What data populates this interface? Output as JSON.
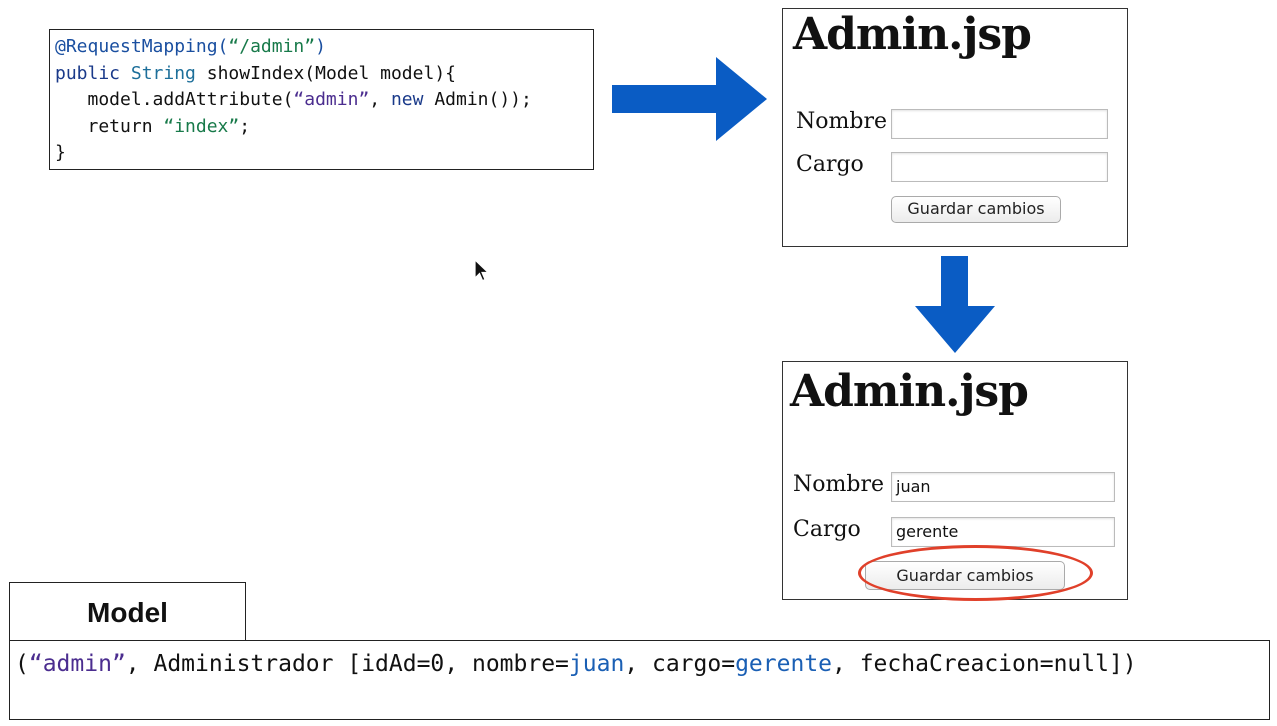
{
  "code": {
    "line1": {
      "annotation": "@RequestMapping(",
      "path": "“/admin”",
      "close": ")"
    },
    "line2": {
      "kw_public": "public",
      "type_string": "String",
      "rest": " showIndex(Model model){"
    },
    "line3": {
      "indent": "   model.addAttribute(",
      "key": "“admin”",
      "comma": ", ",
      "kw_new": "new",
      "rest": " Admin());"
    },
    "line4": {
      "indent": "   return ",
      "value": "“index”",
      "semi": ";"
    },
    "line5": "}"
  },
  "panel_empty": {
    "title": "Admin.jsp",
    "nombre_label": "Nombre",
    "nombre_value": "",
    "cargo_label": "Cargo",
    "cargo_value": "",
    "button_label": "Guardar cambios"
  },
  "panel_filled": {
    "title": "Admin.jsp",
    "nombre_label": "Nombre",
    "nombre_value": "juan",
    "cargo_label": "Cargo",
    "cargo_value": "gerente",
    "button_label": "Guardar cambios"
  },
  "model": {
    "tab_label": "Model",
    "open": "(",
    "key": "“admin”",
    "mid1": ", Administrador [idAd=0, nombre=",
    "nombre": "juan",
    "mid2": ", cargo=",
    "cargo": "gerente",
    "end": ", fechaCreacion=null])"
  },
  "colors": {
    "arrow": "#0a5cc4",
    "highlight": "#e0402a"
  }
}
